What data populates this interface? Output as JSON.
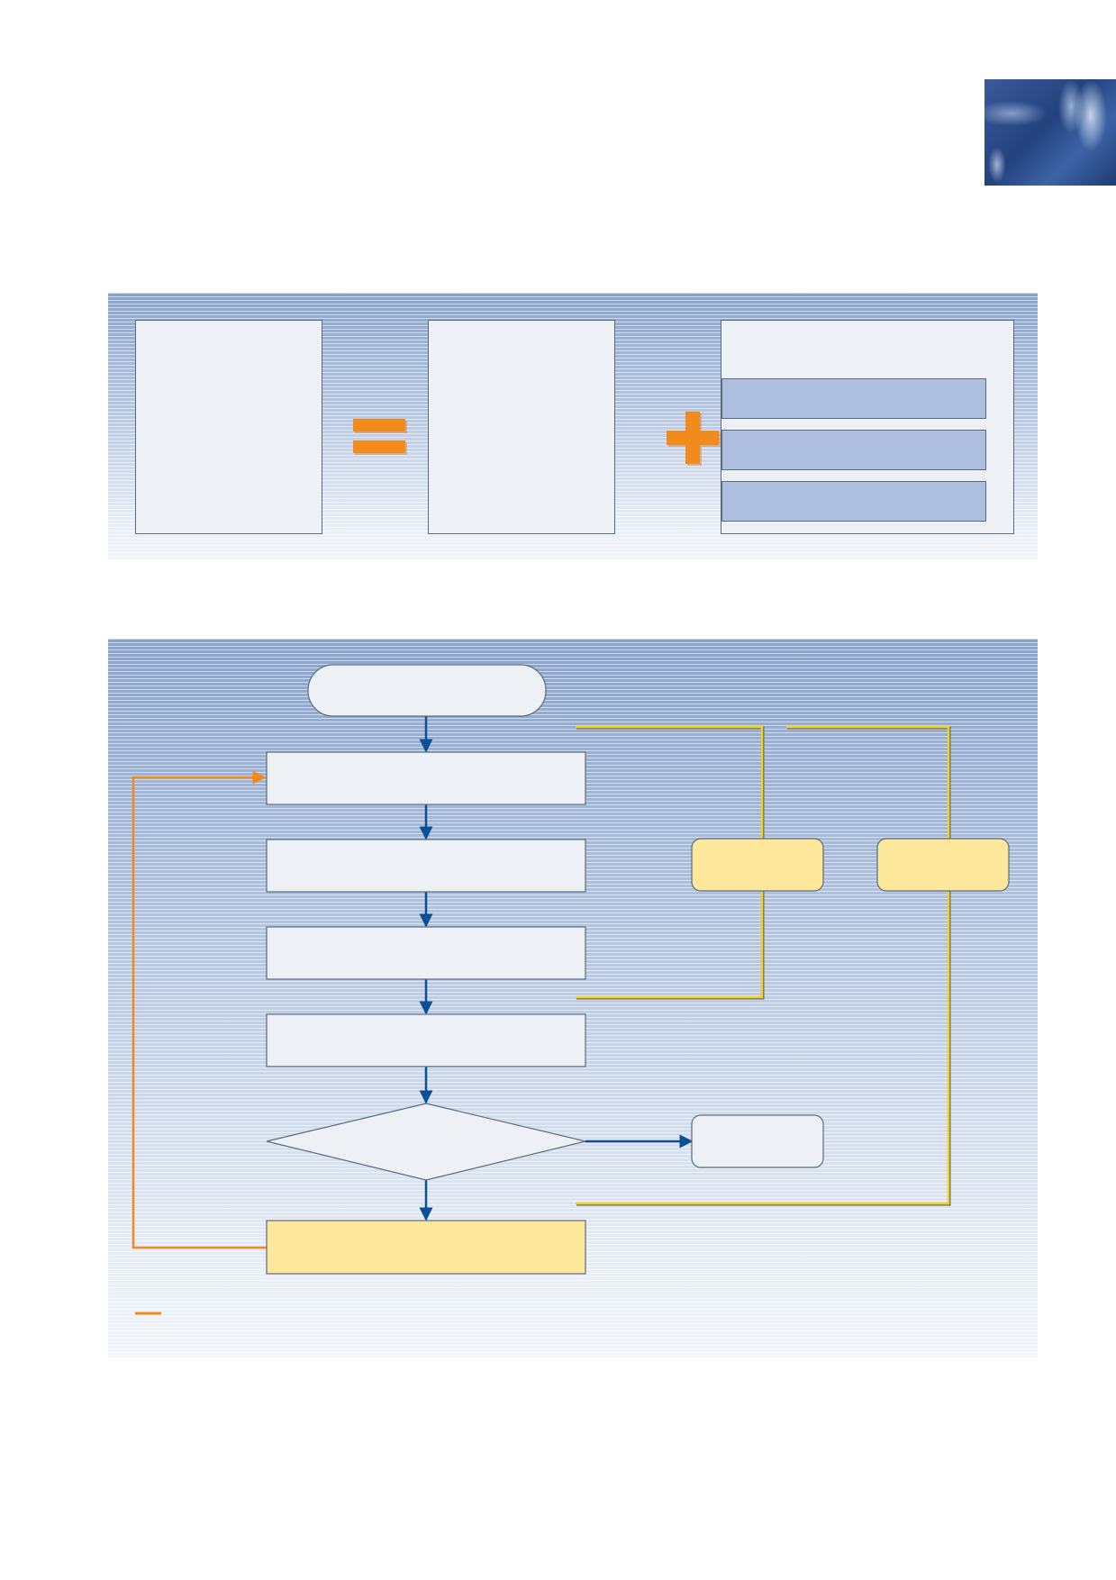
{
  "colors": {
    "flow_arrow": "#0d4f95",
    "feedback_loop": "#f08a1c",
    "bracket_line": "#f2d21a",
    "operator": "#f28a1c",
    "box_fill": "#edf1f6",
    "highlight_fill": "#fde79a",
    "bar_fill": "#aebfdf"
  },
  "equation": {
    "operators": [
      "equals",
      "plus"
    ],
    "right_box_bars": 3
  },
  "flowchart": {
    "start_terminator": "",
    "process_steps": [
      "",
      "",
      "",
      ""
    ],
    "decision": "",
    "decision_outcome": "",
    "final_step": "",
    "side_notes": [
      "",
      ""
    ],
    "legend_label": ""
  }
}
